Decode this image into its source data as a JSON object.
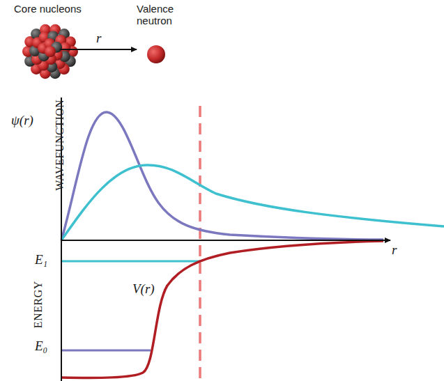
{
  "diagram": {
    "labels": [
      "Core nucleons",
      "Valence neutron",
      "r",
      "ψ(r)",
      "WAVEFUNCTION",
      "r",
      "E₁",
      "V(r)",
      "ENERGY",
      "E₀"
    ]
  }
}
